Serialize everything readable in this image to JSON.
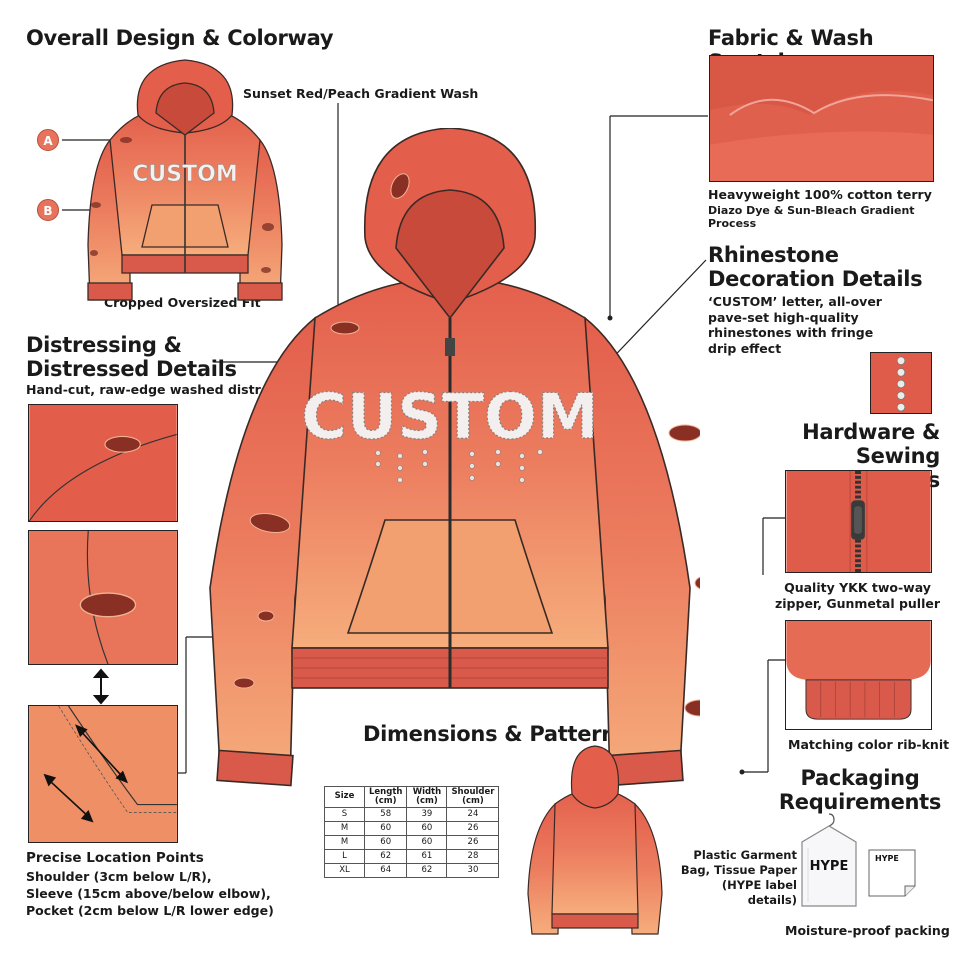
{
  "headings": {
    "overall": "Overall Design & Colorway",
    "fabric": "Fabric & Wash Swatch",
    "rhinestone": "Rhinestone Decoration Details",
    "distress": "Distressing & Distressed Details",
    "hardware": "Hardware & Sewing Details",
    "dimensions": "Dimensions & Patterns",
    "packaging": "Packaging Requirements"
  },
  "labels": {
    "gradient_wash": "Sunset Red/Peach Gradient Wash",
    "cropped_fit": "Cropped Oversized Fit",
    "fabric_line1": "Heavyweight 100% cotton terry",
    "fabric_line2": "Diazo Dye & Sun-Bleach Gradient Process",
    "rhinestone_desc": "‘CUSTOM’ letter, all-over pave-set high-quality rhinestones with fringe drip effect",
    "distress_desc": "Hand-cut, raw-edge washed distress",
    "zipper_desc": "Quality YKK two-way zipper, Gunmetal puller",
    "ribknit_desc": "Matching color rib-knit",
    "location_title": "Precise Location Points",
    "location_line1": "Shoulder (3cm below L/R),",
    "location_line2": "Sleeve (15cm above/below elbow),",
    "location_line3": "Pocket (2cm below L/R lower edge)",
    "bag_desc": "Plastic Garment Bag, Tissue Paper (HYPE label details)",
    "moisture": "Moisture-proof packing",
    "bag_brand": "HYPE",
    "tag_brand": "HYPE",
    "badge_a": "A",
    "badge_b": "B",
    "front_text": "CUSTOM",
    "small_front_text": "CUSTOM"
  },
  "size_table": {
    "headers": [
      "Size",
      "Length\n(cm)",
      "Width\n(cm)",
      "Shoulder\n(cm)"
    ],
    "rows": [
      [
        "S",
        "58",
        "39",
        "24"
      ],
      [
        "M",
        "60",
        "60",
        "26"
      ],
      [
        "M",
        "60",
        "60",
        "26"
      ],
      [
        "L",
        "62",
        "61",
        "28"
      ],
      [
        "XL",
        "64",
        "62",
        "30"
      ]
    ]
  },
  "colors": {
    "red": "#e35f4c",
    "peach": "#f3a274",
    "rib": "#d9594a",
    "outline": "#3a2a26"
  }
}
